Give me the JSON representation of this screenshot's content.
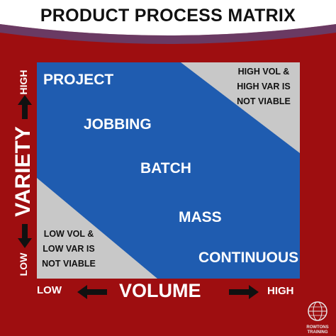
{
  "title": "PRODUCT PROCESS MATRIX",
  "colors": {
    "background_red": "#9e0e10",
    "matrix_blue": "#1f5cb0",
    "triangle_grey": "#c8c8c8",
    "arrow_black": "#111111",
    "text_white": "#ffffff"
  },
  "matrix": {
    "processes": [
      "PROJECT",
      "JOBBING",
      "BATCH",
      "MASS",
      "CONTINUOUS"
    ],
    "top_right_note": [
      "HIGH VOL &",
      "HIGH VAR IS",
      "NOT VIABLE"
    ],
    "bottom_left_note": [
      "LOW VOL &",
      "LOW VAR IS",
      "NOT VIABLE"
    ]
  },
  "axes": {
    "x": {
      "label": "VOLUME",
      "low": "LOW",
      "high": "HIGH"
    },
    "y": {
      "label": "VARIETY",
      "low": "LOW",
      "high": "HIGH"
    }
  },
  "logo": {
    "line1": "ROWTONS",
    "line2": "TRAINING",
    "icon": "globe-logo-icon"
  }
}
